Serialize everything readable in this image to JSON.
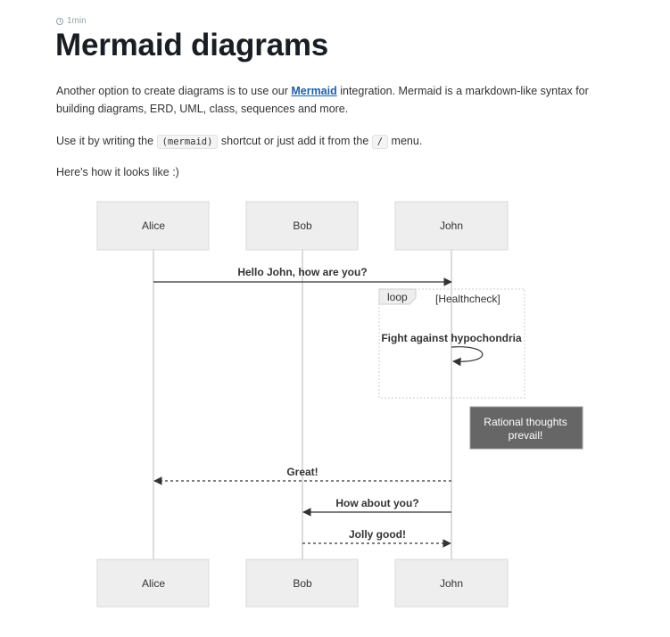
{
  "meta": {
    "read_time": "1min",
    "clock_icon": "clock-icon"
  },
  "page_title": "Mermaid diagrams",
  "intro": {
    "before_link": "Another option to create diagrams is to use our ",
    "link": "Mermaid",
    "after_link": " integration. Mermaid is a markdown-like syntax for building diagrams, ERD, UML, class, sequences and more."
  },
  "usage": {
    "before_code": "Use it by writing the ",
    "code1": "(mermaid)",
    "middle": " shortcut or just add it from the ",
    "code2": "/",
    "after": " menu."
  },
  "howto": "Here's how it looks like :)",
  "diagram": {
    "actors": [
      "Alice",
      "Bob",
      "John"
    ],
    "messages": [
      {
        "from": "Alice",
        "to": "John",
        "text": "Hello John, how are you?",
        "style": "solid"
      },
      {
        "from": "John",
        "to": "John",
        "text": "Fight against hypochondria",
        "style": "self"
      },
      {
        "from": "John",
        "to": "Alice",
        "text": "Great!",
        "style": "dashed"
      },
      {
        "from": "John",
        "to": "Bob",
        "text": "How about you?",
        "style": "solid"
      },
      {
        "from": "Bob",
        "to": "John",
        "text": "Jolly good!",
        "style": "dashed"
      }
    ],
    "loop": {
      "label": "loop",
      "condition": "[Healthcheck]"
    },
    "note": {
      "lines": [
        "Rational thoughts",
        "prevail!"
      ]
    },
    "colors": {
      "actor_fill": "#eeeeee",
      "note_fill": "#666666",
      "line": "#333333"
    }
  }
}
